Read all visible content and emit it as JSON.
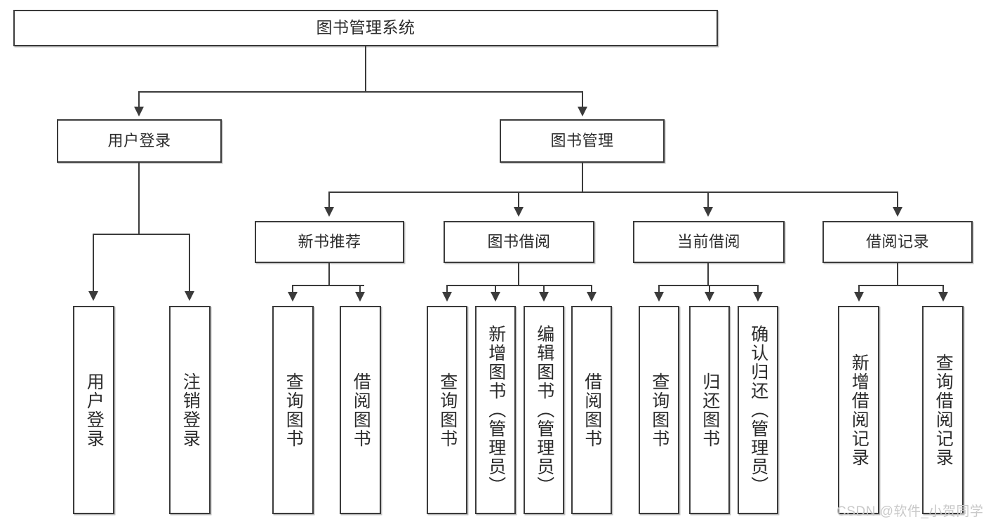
{
  "diagram": {
    "title": "图书管理系统",
    "type": "tree-hierarchy",
    "root": {
      "label": "图书管理系统"
    },
    "level2": [
      {
        "label": "用户登录"
      },
      {
        "label": "图书管理"
      }
    ],
    "level3": [
      {
        "label": "新书推荐"
      },
      {
        "label": "图书借阅"
      },
      {
        "label": "当前借阅"
      },
      {
        "label": "借阅记录"
      }
    ],
    "leaves": {
      "user_login": [
        {
          "label": "用户登录"
        },
        {
          "label": "注销登录"
        }
      ],
      "new_book_recommend": [
        {
          "label": "查询图书"
        },
        {
          "label": "借阅图书"
        }
      ],
      "book_borrow": [
        {
          "label": "查询图书"
        },
        {
          "label": "新增图书（管理员）"
        },
        {
          "label": "编辑图书（管理员）"
        },
        {
          "label": "借阅图书"
        }
      ],
      "current_borrow": [
        {
          "label": "查询图书"
        },
        {
          "label": "归还图书"
        },
        {
          "label": "确认归还（管理员）"
        }
      ],
      "borrow_record": [
        {
          "label": "新增借阅记录"
        },
        {
          "label": "查询借阅记录"
        }
      ]
    }
  },
  "watermark": {
    "text": "CSDN @软件_小贺同学"
  },
  "colors": {
    "stroke": "#3b3b3b",
    "text": "#2b2b2b",
    "background": "#ffffff",
    "watermark": "#c9c9c9"
  }
}
